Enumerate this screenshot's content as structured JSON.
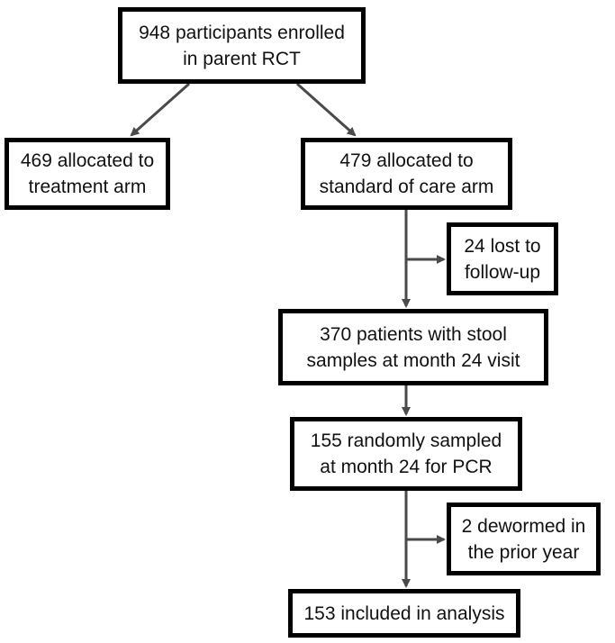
{
  "flowchart": {
    "boxes": {
      "enrolled": "948 participants enrolled\nin parent RCT",
      "treatment_arm": "469 allocated to\ntreatment arm",
      "standard_arm": "479 allocated to\nstandard of care arm",
      "lost_followup": "24 lost to\nfollow-up",
      "stool_samples": "370 patients with stool\nsamples at month 24 visit",
      "pcr_sampled": "155 randomly sampled\n at month 24 for PCR",
      "dewormed": "2 dewormed in\nthe prior year",
      "analysis": "153 included in analysis"
    },
    "colors": {
      "box_border": "#000000",
      "connector": "#4a4a4a",
      "text": "#111111"
    }
  }
}
